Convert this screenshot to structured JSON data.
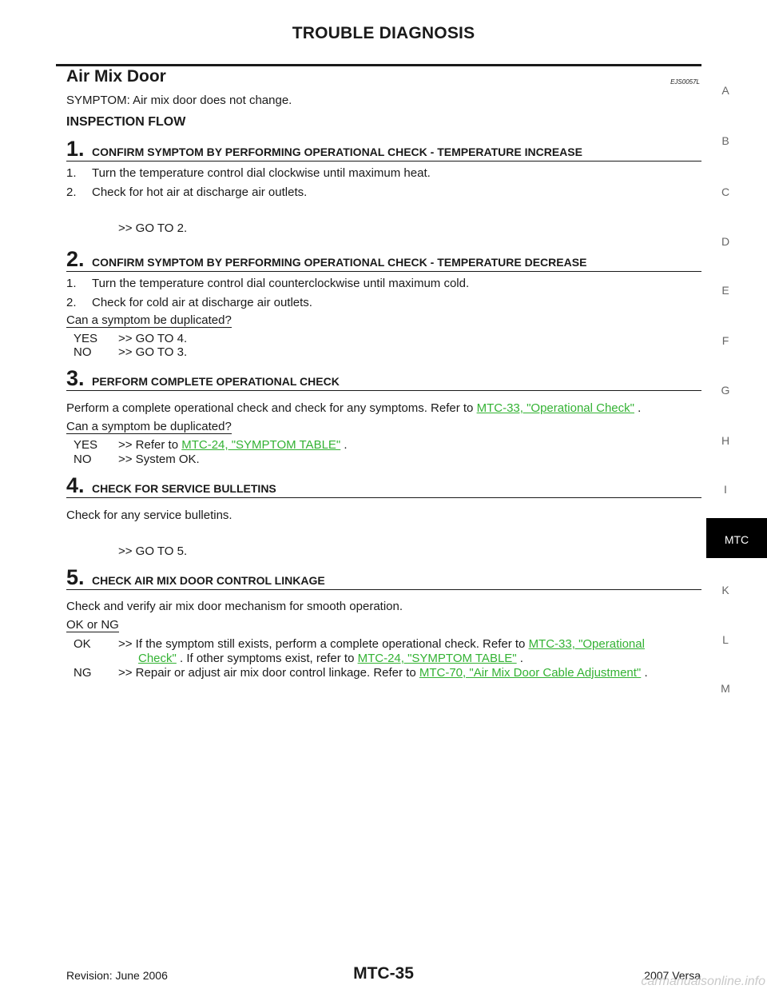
{
  "header": {
    "title": "TROUBLE DIAGNOSIS"
  },
  "section": {
    "title": "Air Mix Door",
    "code": "EJS0057L",
    "symptom": "SYMPTOM: Air mix door does not change."
  },
  "flow": {
    "title": "INSPECTION FLOW"
  },
  "steps": [
    {
      "num": "1.",
      "title": "CONFIRM SYMPTOM BY PERFORMING OPERATIONAL CHECK - TEMPERATURE INCREASE",
      "items": [
        {
          "n": "1.",
          "text": "Turn the temperature control dial clockwise until maximum heat."
        },
        {
          "n": "2.",
          "text": "Check for hot air at discharge air outlets."
        }
      ],
      "goto": ">> GO TO 2."
    },
    {
      "num": "2.",
      "title": "CONFIRM SYMPTOM BY PERFORMING OPERATIONAL CHECK - TEMPERATURE DECREASE",
      "items": [
        {
          "n": "1.",
          "text": "Turn the temperature control dial counterclockwise until maximum cold."
        },
        {
          "n": "2.",
          "text": "Check for cold air at discharge air outlets."
        }
      ],
      "question": "Can a symptom be duplicated?",
      "answers": [
        {
          "key": "YES",
          "text": ">> GO TO 4."
        },
        {
          "key": "NO",
          "text": ">> GO TO 3."
        }
      ]
    },
    {
      "num": "3.",
      "title": "PERFORM COMPLETE OPERATIONAL CHECK",
      "body_pre": "Perform a complete operational check and check for any symptoms. Refer to",
      "body_link": "MTC-33, \"Operational Check\"",
      "body_post": ".",
      "question": "Can a symptom be duplicated?",
      "answers": [
        {
          "key": "YES",
          "text": ">> Refer to",
          "link": "MTC-24, \"SYMPTOM TABLE\"",
          "post": "."
        },
        {
          "key": "NO",
          "text": ">> System OK."
        }
      ]
    },
    {
      "num": "4.",
      "title": "CHECK FOR SERVICE BULLETINS",
      "body": "Check for any service bulletins.",
      "goto": ">> GO TO 5."
    },
    {
      "num": "5.",
      "title": "CHECK AIR MIX DOOR CONTROL LINKAGE",
      "body": "Check and verify air mix door mechanism for smooth operation.",
      "question": "OK or NG",
      "answers": [
        {
          "key": "OK",
          "pre": ">> If the symptom still exists, perform a complete operational check. Refer to",
          "link1": "MTC-33, \"Operational",
          "link1b": "Check\"",
          "mid": ". If other symptoms exist, refer to",
          "link2": "MTC-24, \"SYMPTOM TABLE\"",
          "post": "."
        },
        {
          "key": "NG",
          "pre": ">> Repair or adjust air mix door control linkage. Refer to",
          "link": "MTC-70, \"Air Mix Door Cable Adjustment\"",
          "post": "."
        }
      ]
    }
  ],
  "side_index": [
    "A",
    "B",
    "C",
    "D",
    "E",
    "F",
    "G",
    "H",
    "I",
    "MTC",
    "K",
    "L",
    "M"
  ],
  "footer": {
    "revision": "Revision: June 2006",
    "page": "MTC-35",
    "model": "2007 Versa",
    "watermark": "carmanualsonline.info"
  },
  "colors": {
    "link": "#33b233",
    "tab_bg": "#000000",
    "text": "#1a1a1a"
  }
}
